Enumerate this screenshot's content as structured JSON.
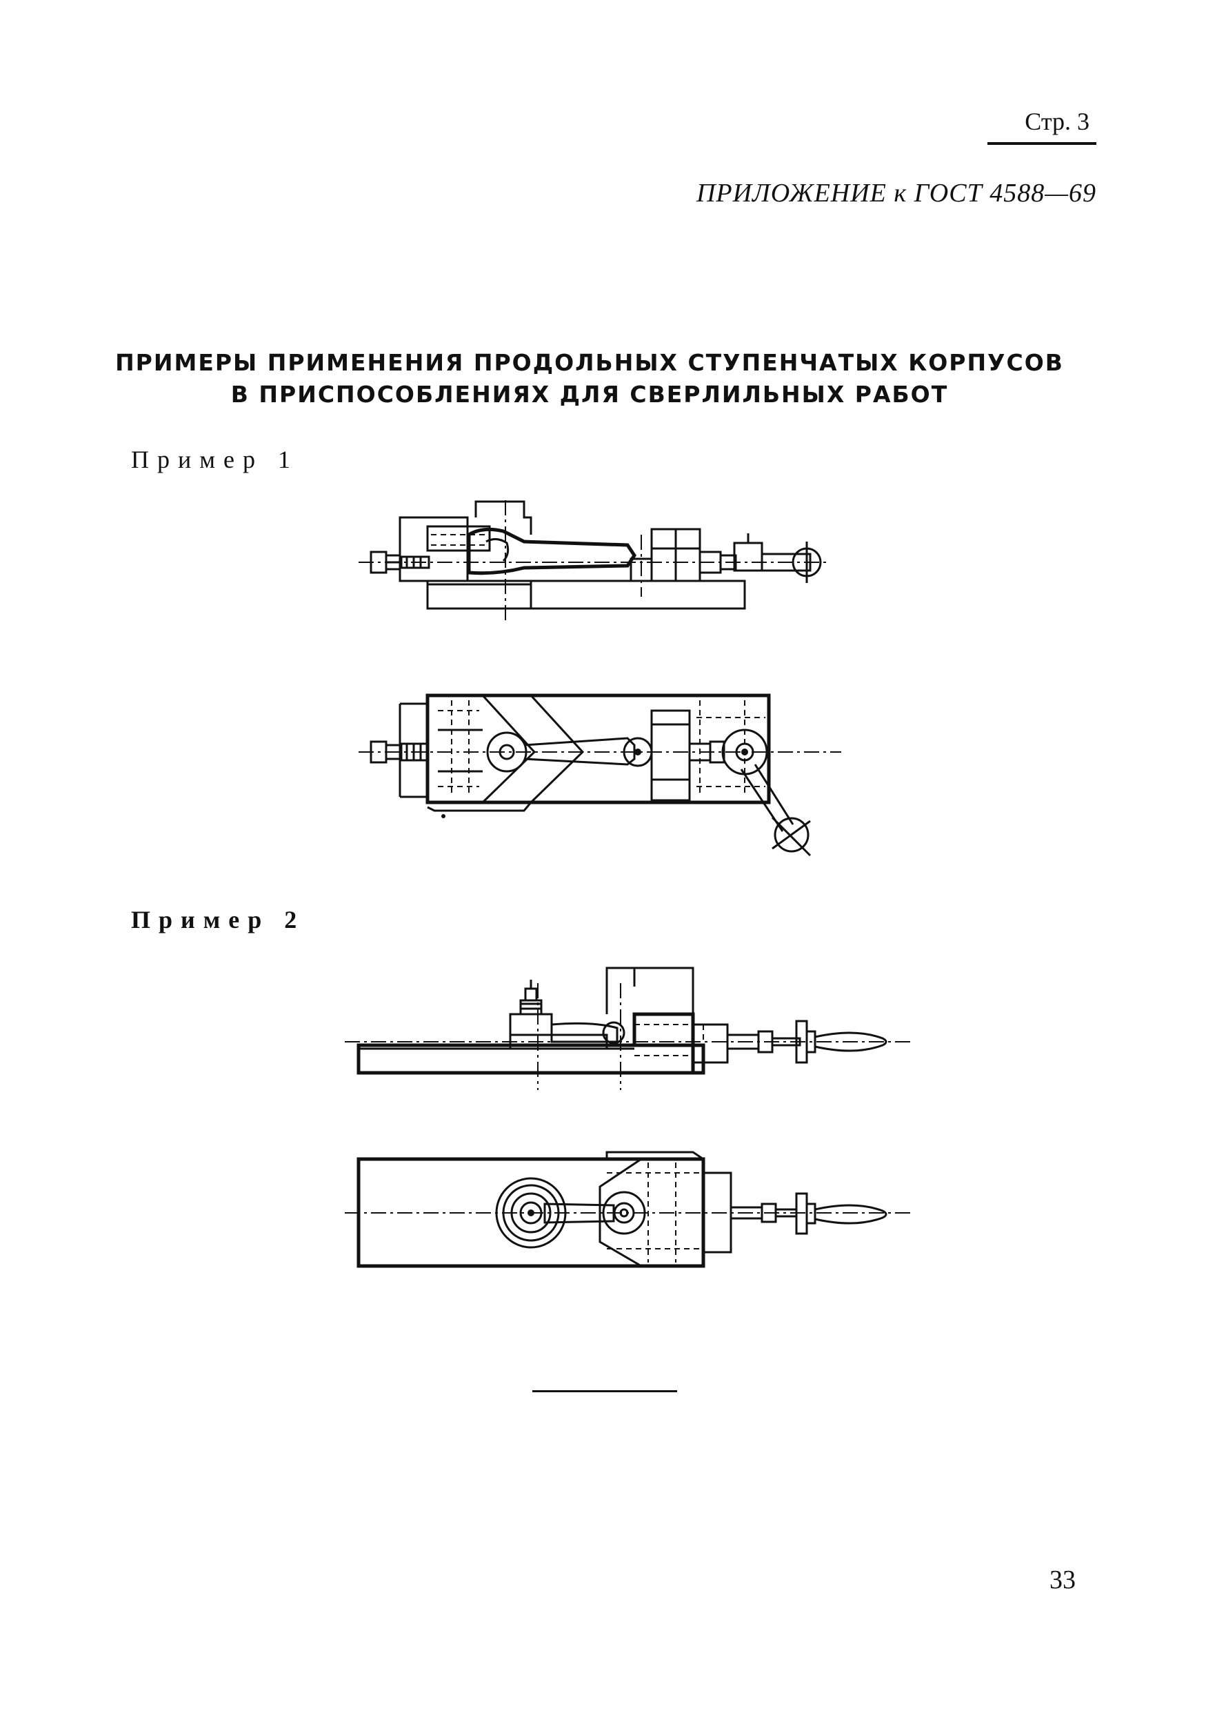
{
  "header": {
    "page_label": "Стр. 3",
    "appendix": "ПРИЛОЖЕНИЕ к ГОСТ 4588—69"
  },
  "title": {
    "line1": "ПРИМЕРЫ ПРИМЕНЕНИЯ ПРОДОЛЬНЫХ СТУПЕНЧАТЫХ КОРПУСОВ",
    "line2": "В ПРИСПОСОБЛЕНИЯХ ДЛЯ СВЕРЛИЛЬНЫХ РАБОТ"
  },
  "examples": [
    {
      "label": "Пример 1"
    },
    {
      "label": "Пример 2"
    }
  ],
  "footer": {
    "page_number": "33"
  }
}
